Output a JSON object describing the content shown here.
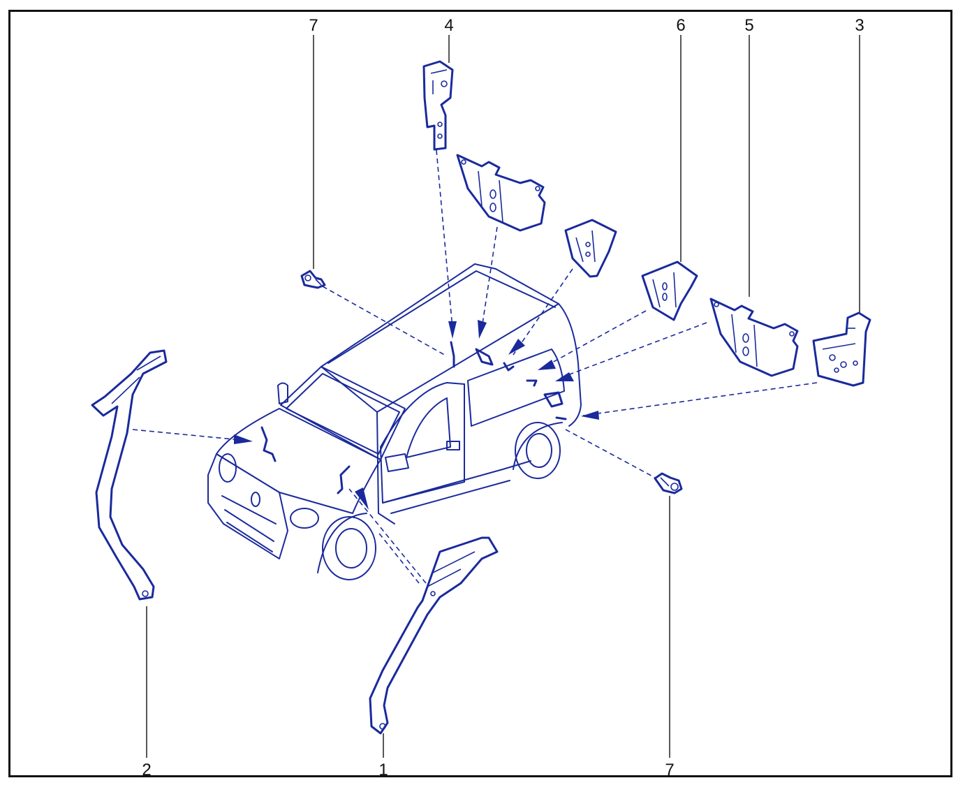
{
  "labels": {
    "p1": "1",
    "p2": "2",
    "p3": "3",
    "p4": "4",
    "p5": "5",
    "p6": "6",
    "p7_top": "7",
    "p7_bottom": "7"
  },
  "colors": {
    "line": "#1a2a9c",
    "frame": "#111111",
    "background": "#ffffff"
  }
}
